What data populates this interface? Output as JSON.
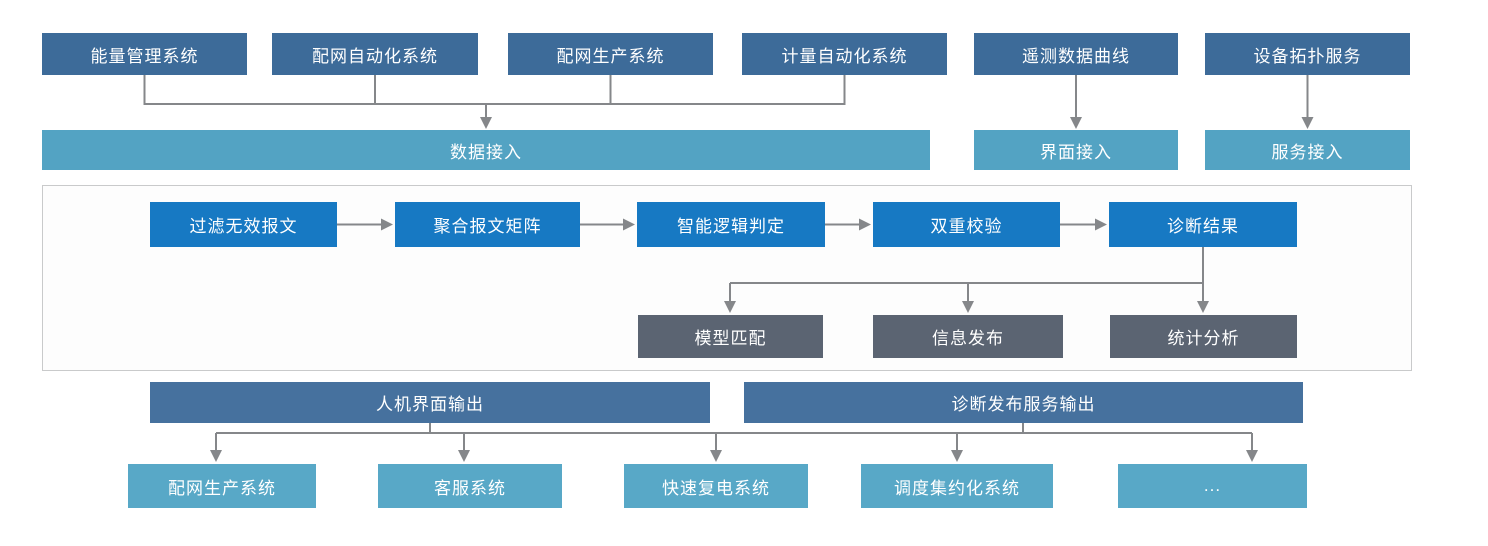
{
  "colors": {
    "source_box": "#3d6b99",
    "access_box": "#53a3c3",
    "process_box": "#1779c3",
    "result_box": "#5b6472",
    "output_box": "#46719e",
    "consumer_box": "#58a8c7",
    "connector": "#85878a",
    "stage_border": "#c9cacb"
  },
  "diagram": {
    "sources": [
      {
        "label": "能量管理系统"
      },
      {
        "label": "配网自动化系统"
      },
      {
        "label": "配网生产系统"
      },
      {
        "label": "计量自动化系统"
      },
      {
        "label": "遥测数据曲线"
      },
      {
        "label": "设备拓扑服务"
      }
    ],
    "access": [
      {
        "label": "数据接入"
      },
      {
        "label": "界面接入"
      },
      {
        "label": "服务接入"
      }
    ],
    "process": [
      {
        "label": "过滤无效报文"
      },
      {
        "label": "聚合报文矩阵"
      },
      {
        "label": "智能逻辑判定"
      },
      {
        "label": "双重校验"
      },
      {
        "label": "诊断结果"
      }
    ],
    "results": [
      {
        "label": "模型匹配"
      },
      {
        "label": "信息发布"
      },
      {
        "label": "统计分析"
      }
    ],
    "outputs": [
      {
        "label": "人机界面输出"
      },
      {
        "label": "诊断发布服务输出"
      }
    ],
    "consumers": [
      {
        "label": "配网生产系统"
      },
      {
        "label": "客服系统"
      },
      {
        "label": "快速复电系统"
      },
      {
        "label": "调度集约化系统"
      },
      {
        "label": "..."
      }
    ]
  }
}
